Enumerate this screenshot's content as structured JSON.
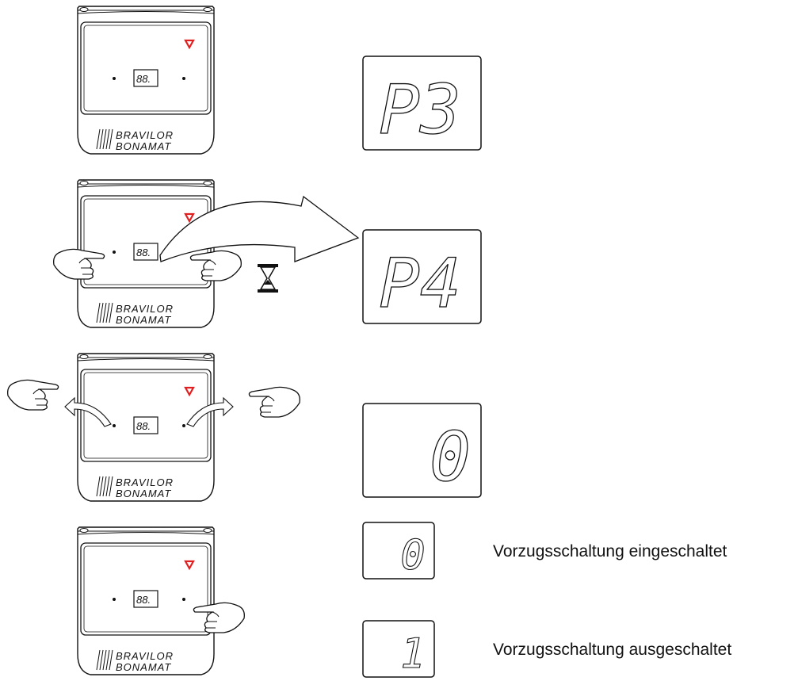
{
  "panel_texts": {
    "brand_line1": "BRAVILOR",
    "brand_line2": "BONAMAT",
    "mini_display": "88.",
    "registered_mark": "°"
  },
  "displays": {
    "d1": "P3",
    "d2": "P4",
    "d3": "0",
    "d4": "0",
    "d5": "1"
  },
  "labels": {
    "enabled": "Vorzugsschaltung eingeschaltet",
    "disabled": "Vorzugsschaltung ausgeschaltet"
  },
  "icons": [
    "hand-pointer-icon",
    "hourglass-icon",
    "curved-arrow-icon",
    "triangle-indicator-icon"
  ],
  "colors": {
    "indicator": "#e02020",
    "line": "#111111"
  }
}
